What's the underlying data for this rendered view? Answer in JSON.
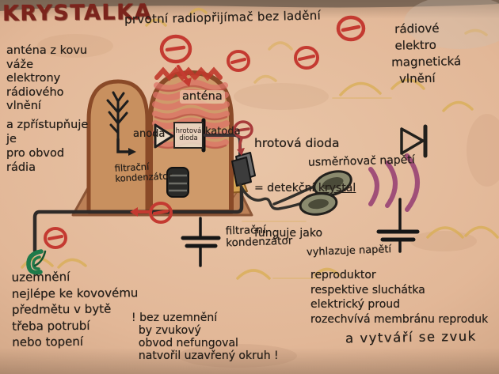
{
  "title": "KRYSTALKA",
  "subtitle": "prvotní radiopřijímač bez ladění",
  "notes": {
    "antenna1": "anténa z kovu\nváže\nelektrony\nrádiového\nvlnění",
    "antenna2": "a zpřístupňuje\nje\npro obvod\nrádia",
    "em_waves": " rádiové\n elektro\nmagnetická\n  vlnění",
    "diode_line1": "hrotová dioda",
    "diode_line2a": "= detekční ",
    "diode_line2b": "krystal",
    "diode_line3": "funguje jako",
    "diode_line4": "usměrňovač napětí",
    "smoothing": "vyhlazuje napětí",
    "ground": "uzemnění\nnejlépe ke kovovému\npředmětu v bytě\ntřeba potrubí\nnebo topení",
    "warning": "! bez uzemnění\n  by zvukový\n  obvod nefungoval\n  natvořil uzavřený okruh !",
    "speaker": "reproduktor\nrespektive sluchátka\nelektrický proud\nrozechvívá membránu reproduk",
    "speaker2": "a vytváří se zvuk"
  },
  "labels": {
    "antena": "anténa",
    "anoda": "anoda",
    "hrotova_box": "hrotová\ndioda",
    "katoda": "katoda",
    "filtr1": "filtrační\nkondenzátor",
    "filtr2": "filtrační\nkondenzátor"
  },
  "symbols": {
    "electron": "circled-minus-electron-icon",
    "coil": "antenna-coil-drawing",
    "tree": "tree-antenna-icon",
    "diode": "diode-schematic-icon",
    "capacitor": "capacitor-schematic-icon",
    "ground_clamp": "ground-clamp-icon",
    "headphones": "headphones-drawing",
    "sound_waves": "sound-waves-icon",
    "jack": "jack-plug-drawing"
  },
  "colors": {
    "paper": "#e2b797",
    "ink": "#27201a",
    "title_red": "#7b241c",
    "crayon_brown": "#8a4a28",
    "arch_tan": "#c8905f",
    "coil_pink": "#dd7468",
    "electron_red": "#c43a31",
    "wave_purple": "#a04f78",
    "doodle_yellow": "#d9ae52",
    "clamp_green": "#1f7a4a",
    "component_yellow": "#d8a550"
  }
}
